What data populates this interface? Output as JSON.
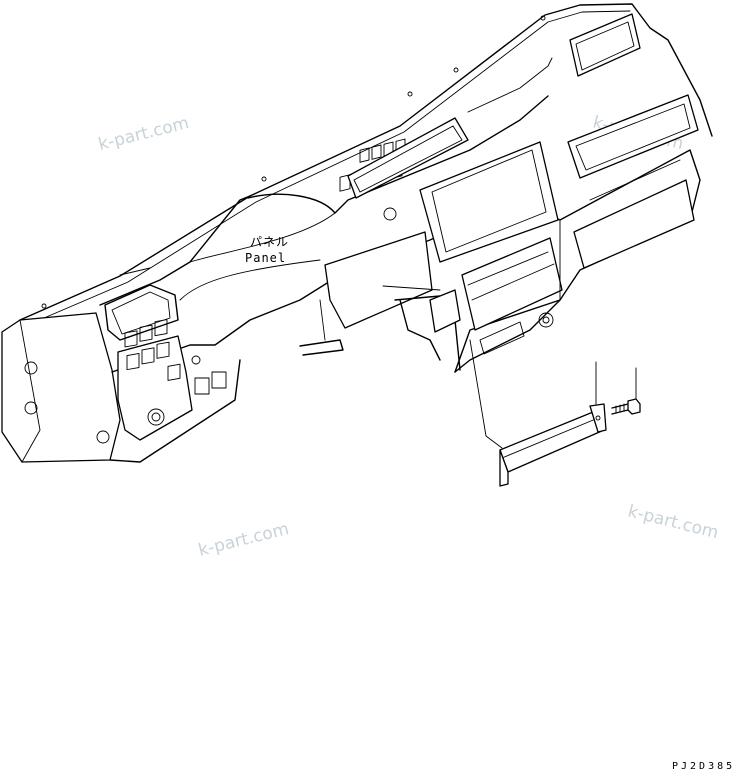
{
  "diagram": {
    "label_jp": "パネル",
    "label_en": "Panel",
    "drawing_code": "PJ2D385",
    "watermark": "k-part.com"
  }
}
